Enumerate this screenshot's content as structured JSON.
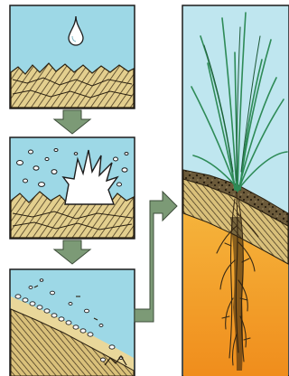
{
  "diagram": {
    "panels": [
      {
        "id": "raindrop",
        "sky": "#9dd8e6",
        "soil": "#e3cf8e"
      },
      {
        "id": "splash-impact",
        "sky": "#9dd8e6",
        "soil": "#e3cf8e"
      },
      {
        "id": "particles-settling",
        "sky": "#9dd8e6",
        "soil": "#e3cf8e"
      },
      {
        "id": "plant-roots",
        "sky": "#bfe6ef",
        "soil": "#f2a52e",
        "plant": "#2e8b57"
      }
    ],
    "arrows": [
      {
        "from": "raindrop",
        "to": "splash-impact",
        "color": "#7c9a76"
      },
      {
        "from": "splash-impact",
        "to": "particles-settling",
        "color": "#7c9a76"
      },
      {
        "from": "particles-settling",
        "to": "plant-roots",
        "color": "#7c9a76"
      }
    ]
  }
}
